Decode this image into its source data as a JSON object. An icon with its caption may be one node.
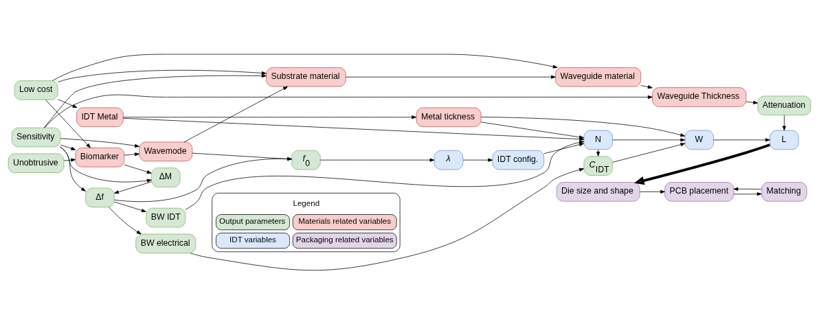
{
  "diagram": {
    "nodes": [
      {
        "text": [
          "Low cost"
        ]
      },
      {
        "text": [
          "IDT Metal"
        ]
      },
      {
        "text": [
          "Metal tickness"
        ]
      },
      {
        "text": [
          "Unobtrusive"
        ]
      },
      {
        "text": [
          "Biomarker"
        ]
      },
      {
        "text": [
          "Wavemode"
        ]
      },
      {
        "text": [
          "Substrate material"
        ]
      },
      {
        "text": [
          "Waveguide material"
        ]
      },
      {
        "text": [
          "Waveguide Thickness"
        ]
      },
      {
        "text": [
          "Attenuation"
        ]
      },
      {
        "text": [
          "*f*$_{0}$"
        ]
      },
      {
        "text": [
          "*λ*"
        ]
      },
      {
        "text": [
          "IDT config."
        ]
      },
      {
        "text": [
          "N"
        ]
      },
      {
        "text": [
          "W"
        ]
      },
      {
        "text": [
          "L"
        ]
      },
      {
        "text": [
          "Sensitivity"
        ]
      },
      {
        "text": [
          "Δf"
        ]
      },
      {
        "text": [
          "BW IDT"
        ]
      },
      {
        "text": [
          "*C*$_{IDT}$"
        ]
      },
      {
        "text": [
          "ΔM"
        ]
      },
      {
        "text": [
          "BW electrical"
        ]
      },
      {
        "text": [
          "Die size and shape"
        ]
      },
      {
        "text": [
          "PCB placement"
        ]
      },
      {
        "text": [
          "Matching"
        ]
      }
    ],
    "edges": [
      {
        "from": 0,
        "to": 1,
        "arrow": "to"
      },
      {
        "from": 0,
        "to": 7,
        "arrow": "to"
      },
      {
        "from": 0,
        "to": 6,
        "arrow": "to"
      },
      {
        "from": 0,
        "to": 4,
        "arrow": "to"
      },
      {
        "from": 3,
        "to": 4,
        "arrow": "to"
      },
      {
        "from": 16,
        "to": 4,
        "arrow": "to"
      },
      {
        "from": 16,
        "to": 5,
        "arrow": "to"
      },
      {
        "from": 16,
        "to": 6,
        "arrow": "to"
      },
      {
        "from": 16,
        "to": 8,
        "arrow": "to"
      },
      {
        "from": 16,
        "to": 20,
        "arrow": "to"
      },
      {
        "from": 16,
        "to": 17,
        "arrow": "to"
      },
      {
        "from": 4,
        "to": 5,
        "arrow": "to"
      },
      {
        "from": 4,
        "to": 20,
        "arrow": "to"
      },
      {
        "from": 5,
        "to": 6,
        "arrow": "to"
      },
      {
        "from": 5,
        "to": 10,
        "arrow": "to"
      },
      {
        "from": 1,
        "to": 2,
        "arrow": "to"
      },
      {
        "from": 1,
        "to": 13,
        "arrow": "to"
      },
      {
        "from": 6,
        "to": 7,
        "arrow": "to"
      },
      {
        "from": 2,
        "to": 13,
        "arrow": "to"
      },
      {
        "from": 2,
        "to": 14,
        "arrow": "to"
      },
      {
        "from": 7,
        "to": 8,
        "arrow": "to"
      },
      {
        "from": 8,
        "to": 9,
        "arrow": "to"
      },
      {
        "from": 9,
        "to": 15,
        "arrow": "to"
      },
      {
        "from": 10,
        "to": 11,
        "arrow": "to"
      },
      {
        "from": 11,
        "to": 12,
        "arrow": "to"
      },
      {
        "from": 12,
        "to": 13,
        "arrow": "to"
      },
      {
        "from": 13,
        "to": 14,
        "arrow": "to"
      },
      {
        "from": 14,
        "to": 15,
        "arrow": "to"
      },
      {
        "from": 20,
        "to": 17,
        "arrow": "to"
      },
      {
        "from": 17,
        "to": 18,
        "arrow": "to"
      },
      {
        "from": 17,
        "to": 10,
        "arrow": "to"
      },
      {
        "from": 17,
        "to": 21,
        "arrow": "to"
      },
      {
        "from": 18,
        "to": 13,
        "arrow": "to"
      },
      {
        "from": 13,
        "to": 19,
        "arrow": "to"
      },
      {
        "from": 19,
        "to": 14,
        "arrow": "to"
      },
      {
        "from": 21,
        "to": 19,
        "arrow": "to"
      },
      {
        "from": 15,
        "to": 22,
        "arrow": "to",
        "style": "thick"
      },
      {
        "from": 22,
        "to": 23,
        "arrow": "to"
      },
      {
        "from": 23,
        "to": 24,
        "arrow": "to"
      },
      {
        "from": 24,
        "to": 23,
        "arrow": "to"
      }
    ],
    "labels": [
      "Legend"
    ],
    "legend": [
      {
        "text": "Output parameters",
        "color": "#d5e8d4"
      },
      {
        "text": "Materials related variables",
        "color": "#f8cecc"
      },
      {
        "text": "IDT variables",
        "color": "#dae8fc"
      },
      {
        "text": "Packaging related variables",
        "color": "#e1d5e7"
      }
    ]
  }
}
